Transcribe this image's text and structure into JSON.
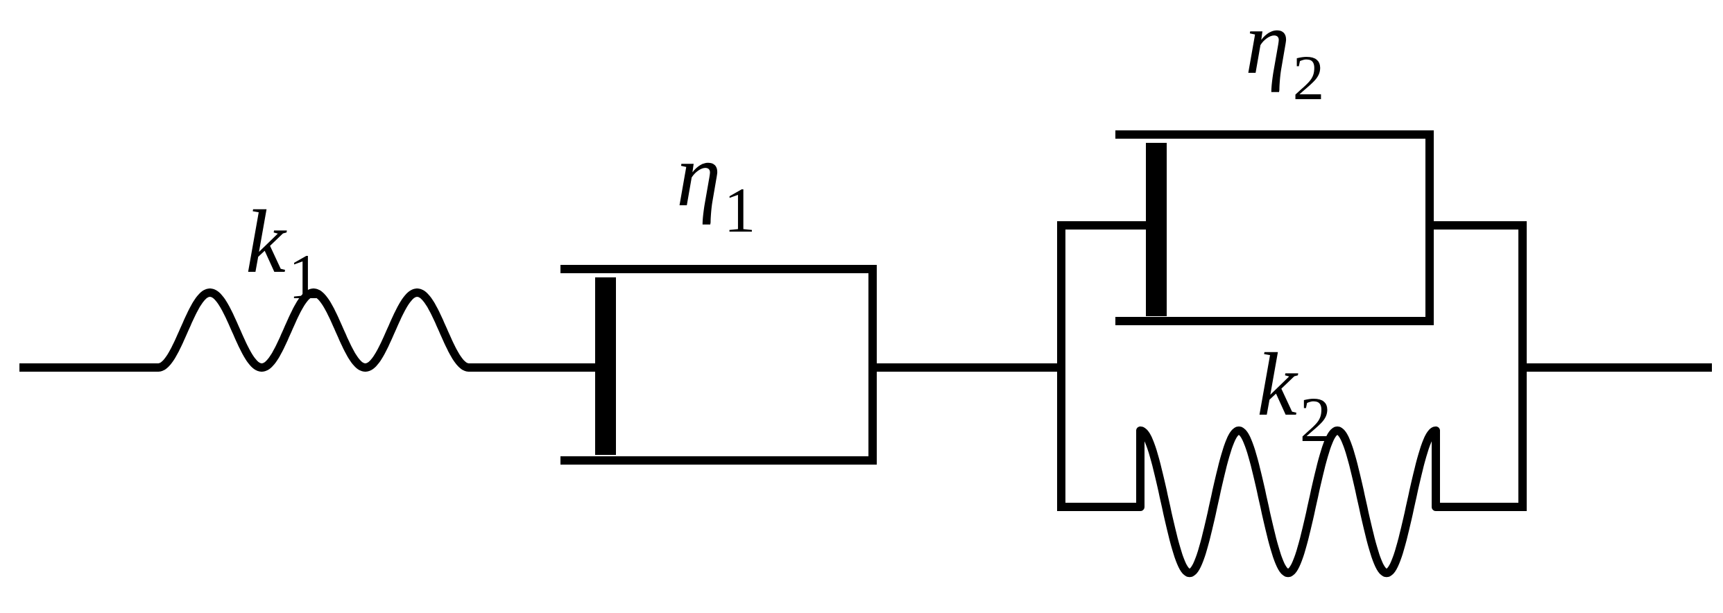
{
  "diagram": {
    "labels": {
      "k1": {
        "symbol": "k",
        "subscript": "1"
      },
      "eta1": {
        "symbol": "η",
        "subscript": "1"
      },
      "eta2": {
        "symbol": "η",
        "subscript": "2"
      },
      "k2": {
        "symbol": "k",
        "subscript": "2"
      }
    },
    "colors": {
      "stroke": "#000000",
      "background": "#ffffff"
    }
  }
}
